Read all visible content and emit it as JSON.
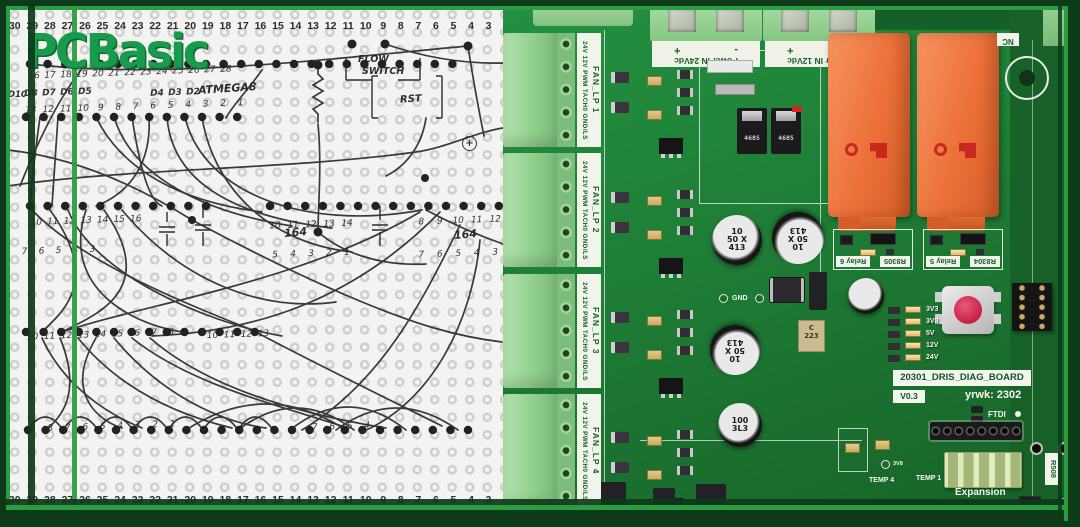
{
  "logo": {
    "text": "PCBasic"
  },
  "colors": {
    "brand_green": "#189b4d",
    "frame_green": "#2c9c42",
    "pcb_green": "#1e7d35",
    "relay_orange": "#ec7038"
  },
  "sketch": {
    "top_ruler": [
      "30",
      "29",
      "28",
      "27",
      "26",
      "25",
      "24",
      "23",
      "22",
      "21",
      "20",
      "19",
      "18",
      "17",
      "16",
      "15",
      "14",
      "13",
      "12",
      "11",
      "10",
      "9",
      "8",
      "7",
      "6",
      "5",
      "4",
      "3"
    ],
    "bottom_ruler": [
      "30",
      "29",
      "28",
      "27",
      "26",
      "25",
      "24",
      "23",
      "22",
      "21",
      "20",
      "19",
      "18",
      "17",
      "16",
      "15",
      "14",
      "13",
      "12",
      "11",
      "10",
      "9",
      "8",
      "7",
      "6",
      "5",
      "4",
      "3"
    ],
    "labels": {
      "atmega": "ATMEGA8",
      "rst": "RST",
      "flow1": "FLOW",
      "flow2": "SWITCH",
      "ic_left": "164",
      "ic_right": "164",
      "d10": "D10",
      "plus": "+"
    },
    "hw": {
      "top_row": [
        "16",
        "17",
        "18",
        "19",
        "20",
        "21",
        "22",
        "23",
        "24",
        "25",
        "26",
        "27",
        "28"
      ],
      "d_left": [
        "D8",
        "D7",
        "D6",
        "D5"
      ],
      "d_right": [
        "D4",
        "D3",
        "D2"
      ],
      "pins_row": [
        "13",
        "12",
        "11",
        "10",
        "9",
        "8",
        "7",
        "6",
        "5",
        "4",
        "3",
        "2",
        "1"
      ],
      "mid_left": [
        "10",
        "11",
        "12",
        "13",
        "14",
        "15",
        "16"
      ],
      "mid_c1": [
        "10",
        "11",
        "12",
        "13",
        "14"
      ],
      "mid_c2": [
        "8",
        "9",
        "10",
        "11",
        "12"
      ],
      "mid_b0": [
        "7",
        "6",
        "5",
        "4",
        "3"
      ],
      "mid_b1": [
        "5",
        "4",
        "3",
        "2",
        "1"
      ],
      "mid_b2": [
        "7",
        "6",
        "5",
        "4",
        "3"
      ],
      "low_left": [
        "10",
        "11",
        "12",
        "13",
        "14",
        "15",
        "16",
        "17",
        "18"
      ],
      "low_right": [
        "10",
        "11",
        "12",
        "13"
      ],
      "arc_row": [
        "9",
        "8",
        "7",
        "6",
        "5",
        "4",
        "3",
        "2",
        "1"
      ],
      "arc_row2": [
        "7",
        "6",
        "5",
        "4"
      ]
    }
  },
  "pcb": {
    "fan_connectors": [
      {
        "name": "FAN_LP 1",
        "pins": "24V 12V PWM TACH0 GND/LS"
      },
      {
        "name": "FAN_LP 2",
        "pins": "24V 12V PWM TACH0 GND/LS"
      },
      {
        "name": "FAN_LP 3",
        "pins": "24V 12V PWM TACH0 GND/LS"
      },
      {
        "name": "FAN_LP 4",
        "pins": "24V 12V PWM TACH0 GND/LS"
      }
    ],
    "power_inputs": [
      {
        "minus": "-",
        "plus": "+",
        "label": "Power IN 24Vdc"
      },
      {
        "minus": "-",
        "plus": "+",
        "label": "Power IN 12Vdc"
      }
    ],
    "relays": [
      {
        "ref": "R8305",
        "name": "Relay 6"
      },
      {
        "ref": "R8304",
        "name": "Relay 5"
      }
    ],
    "nc": "NC",
    "mosfet_marking": "4685",
    "cap_large": [
      "10",
      "50 X",
      "413"
    ],
    "cap_small": [
      "100",
      "3L3"
    ],
    "tantalum": [
      "C",
      "223"
    ],
    "gnd": "GND",
    "leds": [
      "3V3",
      "3V8",
      "5V",
      "12V",
      "24V"
    ],
    "board_title": "20301_DRIS_DIAG_BOARD",
    "version": "V0.3",
    "yrwk": "yrwk: 2302",
    "ftdi": "FTDI",
    "temp4": "TEMP 4",
    "temp1": "TEMP 1",
    "testpoint": "3V8",
    "expansion": "Expansion",
    "r508": "R508"
  }
}
